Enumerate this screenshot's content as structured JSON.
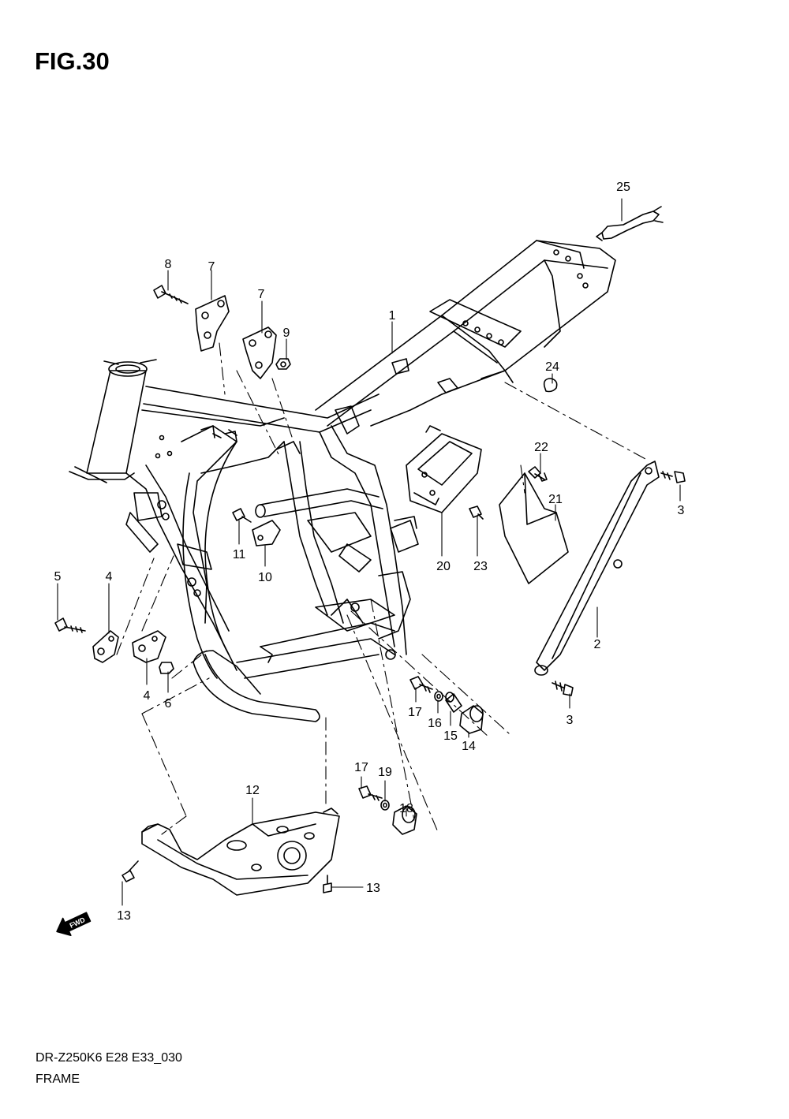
{
  "figure": {
    "title": "FIG.30"
  },
  "footer": {
    "model_code": "DR-Z250K6 E28 E33_030",
    "section_name": "FRAME"
  },
  "fwd_badge": {
    "label": "FWD",
    "icon": "fwd-arrow-icon"
  },
  "callouts": [
    "1",
    "2",
    "3",
    "3",
    "4",
    "4",
    "5",
    "6",
    "7",
    "7",
    "8",
    "9",
    "10",
    "11",
    "12",
    "13",
    "13",
    "14",
    "15",
    "16",
    "17",
    "17",
    "18",
    "19",
    "20",
    "21",
    "22",
    "23",
    "24",
    "25"
  ],
  "colors": {
    "line": "#000000",
    "background": "#ffffff"
  }
}
